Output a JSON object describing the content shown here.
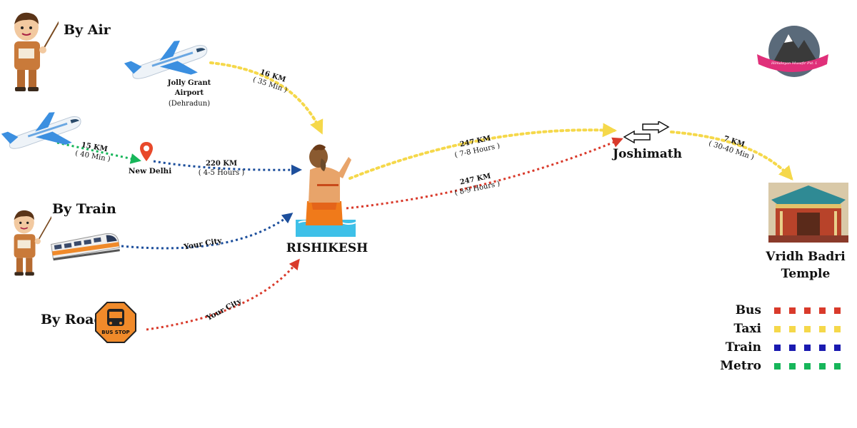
{
  "headings": {
    "by_air": "By Air",
    "by_train": "By Train",
    "by_road": "By Road"
  },
  "places": {
    "rishikesh": "RISHIKESH",
    "joshimath": "Joshimath",
    "temple_line1": "Vridh Badri",
    "temple_line2": "Temple",
    "new_delhi": "New Delhi",
    "airport_line1": "Jolly Grant",
    "airport_line2": "Airport",
    "airport_line3": "(Dehradun)"
  },
  "bus_stop_sign": "BUS STOP",
  "logo_text": "Himalayan Musafir Pvt. Ltd.",
  "routes": {
    "airport_to_rishikesh": {
      "distance": "16 KM",
      "time": "( 35 Min )"
    },
    "plane_to_delhi": {
      "distance": "15 KM",
      "time": "( 40 Min )"
    },
    "delhi_to_rishikesh": {
      "distance": "220 KM",
      "time": "( 4-5 Hours )"
    },
    "train": {
      "label": "Your City"
    },
    "road": {
      "label": "Your City"
    },
    "rishikesh_to_joshimath_taxi": {
      "distance": "247 KM",
      "time": "( 7-8 Hours )"
    },
    "rishikesh_to_joshimath_bus": {
      "distance": "247 KM",
      "time": "( 8-9 Hours )"
    },
    "joshimath_to_temple": {
      "distance": "7 KM",
      "time": "( 30-40 Min )"
    }
  },
  "legend": [
    {
      "label": "Bus",
      "color": "#d93a2b"
    },
    {
      "label": "Taxi",
      "color": "#f5d84a"
    },
    {
      "label": "Train",
      "color": "#1a1ab0"
    },
    {
      "label": "Metro",
      "color": "#17b65a"
    }
  ],
  "colors": {
    "bus": "#d93a2b",
    "taxi": "#f5d84a",
    "train": "#1a1ab0",
    "metro": "#17b65a",
    "route_blue": "#1d4f9c"
  }
}
